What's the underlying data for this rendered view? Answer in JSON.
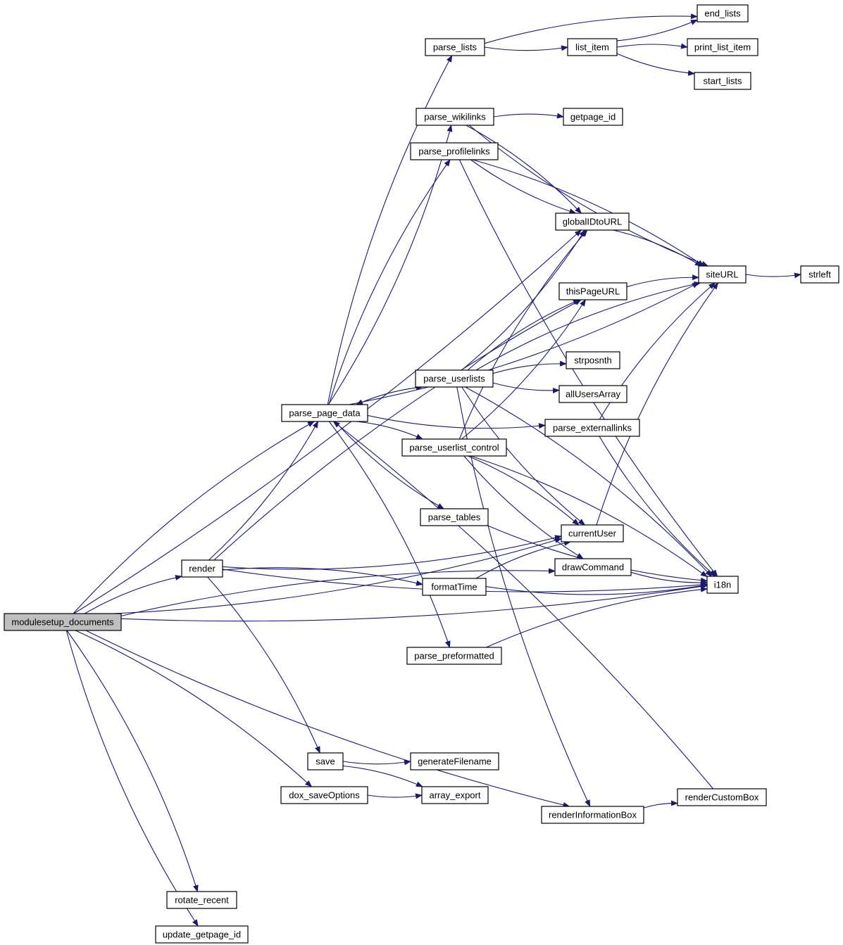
{
  "nodes": [
    {
      "id": "modulesetup_documents",
      "label": "modulesetup_documents",
      "root": true
    },
    {
      "id": "parse_lists",
      "label": "parse_lists"
    },
    {
      "id": "list_item",
      "label": "list_item"
    },
    {
      "id": "end_lists",
      "label": "end_lists"
    },
    {
      "id": "print_list_item",
      "label": "print_list_item"
    },
    {
      "id": "start_lists",
      "label": "start_lists"
    },
    {
      "id": "parse_wikilinks",
      "label": "parse_wikilinks"
    },
    {
      "id": "getpage_id",
      "label": "getpage_id"
    },
    {
      "id": "parse_profilelinks",
      "label": "parse_profilelinks"
    },
    {
      "id": "globalIDtoURL",
      "label": "globalIDtoURL"
    },
    {
      "id": "siteURL",
      "label": "siteURL"
    },
    {
      "id": "strleft",
      "label": "strleft"
    },
    {
      "id": "thisPageURL",
      "label": "thisPageURL"
    },
    {
      "id": "strposnth",
      "label": "strposnth"
    },
    {
      "id": "parse_userlists",
      "label": "parse_userlists"
    },
    {
      "id": "allUsersArray",
      "label": "allUsersArray"
    },
    {
      "id": "parse_page_data",
      "label": "parse_page_data"
    },
    {
      "id": "parse_externallinks",
      "label": "parse_externallinks"
    },
    {
      "id": "parse_userlist_control",
      "label": "parse_userlist_control"
    },
    {
      "id": "parse_tables",
      "label": "parse_tables"
    },
    {
      "id": "currentUser",
      "label": "currentUser"
    },
    {
      "id": "render",
      "label": "render"
    },
    {
      "id": "drawCommand",
      "label": "drawCommand"
    },
    {
      "id": "formatTime",
      "label": "formatTime"
    },
    {
      "id": "i18n",
      "label": "i18n"
    },
    {
      "id": "parse_preformatted",
      "label": "parse_preformatted"
    },
    {
      "id": "save",
      "label": "save"
    },
    {
      "id": "generateFilename",
      "label": "generateFilename"
    },
    {
      "id": "dox_saveOptions",
      "label": "dox_saveOptions"
    },
    {
      "id": "array_export",
      "label": "array_export"
    },
    {
      "id": "renderCustomBox",
      "label": "renderCustomBox"
    },
    {
      "id": "renderInformationBox",
      "label": "renderInformationBox"
    },
    {
      "id": "rotate_recent",
      "label": "rotate_recent"
    },
    {
      "id": "update_getpage_id",
      "label": "update_getpage_id"
    }
  ],
  "edges": [
    [
      "modulesetup_documents",
      "parse_page_data"
    ],
    [
      "modulesetup_documents",
      "globalIDtoURL"
    ],
    [
      "modulesetup_documents",
      "render"
    ],
    [
      "modulesetup_documents",
      "currentUser"
    ],
    [
      "modulesetup_documents",
      "drawCommand"
    ],
    [
      "modulesetup_documents",
      "i18n"
    ],
    [
      "modulesetup_documents",
      "dox_saveOptions"
    ],
    [
      "modulesetup_documents",
      "renderInformationBox"
    ],
    [
      "modulesetup_documents",
      "rotate_recent"
    ],
    [
      "modulesetup_documents",
      "update_getpage_id"
    ],
    [
      "parse_page_data",
      "parse_lists"
    ],
    [
      "parse_page_data",
      "parse_wikilinks"
    ],
    [
      "parse_page_data",
      "parse_profilelinks"
    ],
    [
      "parse_page_data",
      "siteURL"
    ],
    [
      "parse_page_data",
      "parse_userlists"
    ],
    [
      "parse_page_data",
      "parse_externallinks"
    ],
    [
      "parse_page_data",
      "parse_userlist_control"
    ],
    [
      "parse_page_data",
      "parse_tables"
    ],
    [
      "parse_page_data",
      "parse_preformatted"
    ],
    [
      "parse_lists",
      "list_item"
    ],
    [
      "parse_lists",
      "end_lists"
    ],
    [
      "list_item",
      "end_lists"
    ],
    [
      "list_item",
      "print_list_item"
    ],
    [
      "list_item",
      "start_lists"
    ],
    [
      "parse_wikilinks",
      "getpage_id"
    ],
    [
      "parse_wikilinks",
      "siteURL"
    ],
    [
      "parse_wikilinks",
      "globalIDtoURL"
    ],
    [
      "parse_profilelinks",
      "globalIDtoURL"
    ],
    [
      "parse_profilelinks",
      "siteURL"
    ],
    [
      "parse_profilelinks",
      "i18n"
    ],
    [
      "globalIDtoURL",
      "siteURL"
    ],
    [
      "siteURL",
      "strleft"
    ],
    [
      "thisPageURL",
      "siteURL"
    ],
    [
      "parse_userlists",
      "parse_page_data"
    ],
    [
      "parse_userlists",
      "strposnth"
    ],
    [
      "parse_userlists",
      "allUsersArray"
    ],
    [
      "parse_userlists",
      "thisPageURL"
    ],
    [
      "parse_userlists",
      "globalIDtoURL"
    ],
    [
      "parse_userlists",
      "siteURL"
    ],
    [
      "parse_userlists",
      "currentUser"
    ],
    [
      "parse_userlists",
      "i18n"
    ],
    [
      "parse_userlists",
      "renderInformationBox"
    ],
    [
      "parse_externallinks",
      "siteURL"
    ],
    [
      "parse_externallinks",
      "i18n"
    ],
    [
      "parse_userlist_control",
      "globalIDtoURL"
    ],
    [
      "parse_userlist_control",
      "thisPageURL"
    ],
    [
      "parse_userlist_control",
      "currentUser"
    ],
    [
      "parse_userlist_control",
      "drawCommand"
    ],
    [
      "parse_userlist_control",
      "i18n"
    ],
    [
      "parse_tables",
      "i18n"
    ],
    [
      "currentUser",
      "siteURL"
    ],
    [
      "render",
      "parse_page_data"
    ],
    [
      "render",
      "thisPageURL"
    ],
    [
      "render",
      "currentUser"
    ],
    [
      "render",
      "formatTime"
    ],
    [
      "render",
      "i18n"
    ],
    [
      "render",
      "save"
    ],
    [
      "drawCommand",
      "i18n"
    ],
    [
      "formatTime",
      "currentUser"
    ],
    [
      "formatTime",
      "i18n"
    ],
    [
      "parse_preformatted",
      "i18n"
    ],
    [
      "save",
      "generateFilename"
    ],
    [
      "save",
      "array_export"
    ],
    [
      "dox_saveOptions",
      "array_export"
    ],
    [
      "renderInformationBox",
      "renderCustomBox"
    ],
    [
      "renderCustomBox",
      "parse_page_data"
    ]
  ]
}
